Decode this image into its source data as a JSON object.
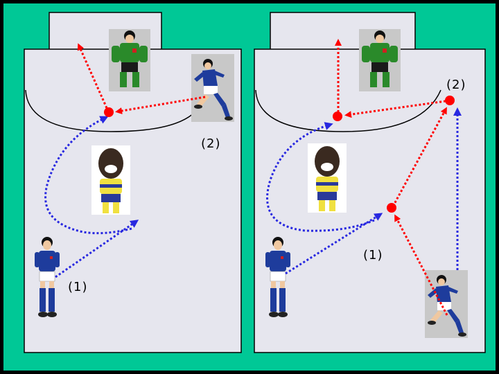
{
  "diagram": {
    "colors": {
      "frame": "#000000",
      "field_border": "#00c896",
      "pitch": "#e6e6ee",
      "pass_red": "#ff0000",
      "run_blue": "#2828e0",
      "marker": "#ff0000"
    },
    "panels": [
      {
        "id": "left",
        "labels": [
          "(1)",
          "(2)"
        ],
        "players": [
          {
            "role": "goalkeeper",
            "kit": "green"
          },
          {
            "role": "winger",
            "kit": "blue"
          },
          {
            "role": "defender",
            "kit": "yellow"
          },
          {
            "role": "forward",
            "kit": "blue"
          }
        ]
      },
      {
        "id": "right",
        "labels": [
          "(1)",
          "(2)"
        ],
        "players": [
          {
            "role": "goalkeeper",
            "kit": "green"
          },
          {
            "role": "defender",
            "kit": "yellow"
          },
          {
            "role": "forward",
            "kit": "blue"
          },
          {
            "role": "winger",
            "kit": "blue"
          }
        ]
      }
    ]
  }
}
